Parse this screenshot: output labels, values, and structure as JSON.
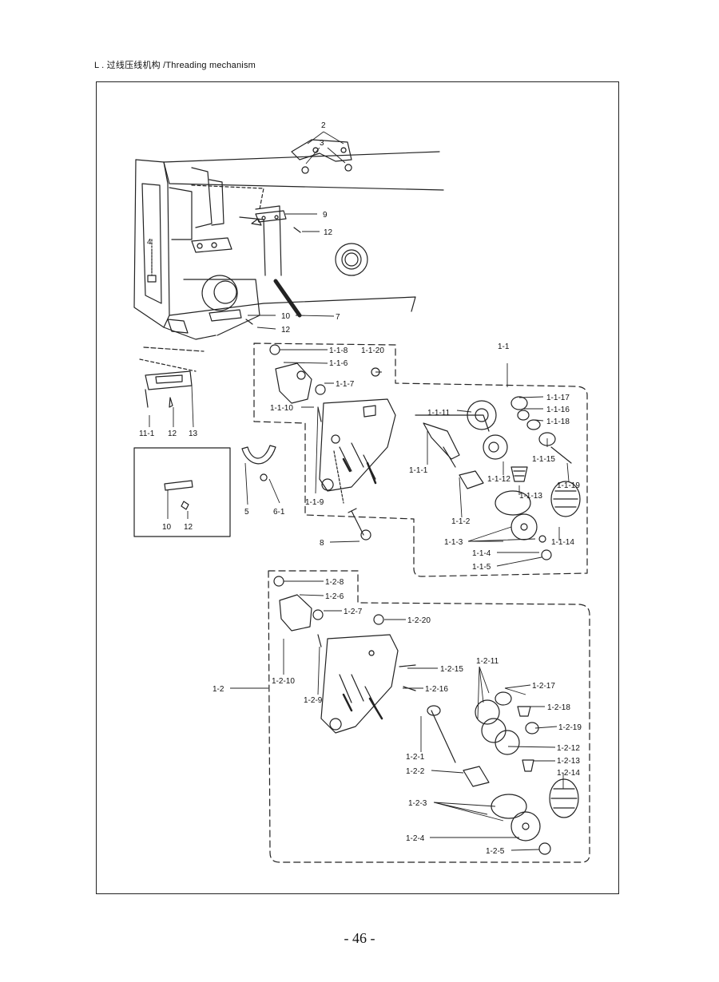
{
  "header": {
    "title": "L . 过线压线机构 /Threading mechanism"
  },
  "page_number": "- 46 -",
  "labels": {
    "l2": "2",
    "l3": "3",
    "l9": "9",
    "l12a": "12",
    "l4": "4",
    "l10a": "10",
    "l7": "7",
    "l12b": "12",
    "l11_1": "11-1",
    "l12c": "12",
    "l13": "13",
    "l10b": "10",
    "l12d": "12",
    "l5": "5",
    "l6_1": "6-1",
    "l8": "8",
    "a1_1": "1-1",
    "a1_1_8": "1-1-8",
    "a1_1_20": "1-1-20",
    "a1_1_6": "1-1-6",
    "a1_1_7": "1-1-7",
    "a1_1_10": "1-1-10",
    "a1_1_11": "1-1-11",
    "a1_1_17": "1-1-17",
    "a1_1_16": "1-1-16",
    "a1_1_18": "1-1-18",
    "a1_1_15": "1-1-15",
    "a1_1_19": "1-1-19",
    "a1_1_1": "1-1-1",
    "a1_1_12": "1-1-12",
    "a1_1_13": "1-1-13",
    "a1_1_9": "1-1-9",
    "a1_1_2": "1-1-2",
    "a1_1_3": "1-1-3",
    "a1_1_14": "1-1-14",
    "a1_1_4": "1-1-4",
    "a1_1_5": "1-1-5",
    "b1_2": "1-2",
    "b1_2_8": "1-2-8",
    "b1_2_6": "1-2-6",
    "b1_2_7": "1-2-7",
    "b1_2_20": "1-2-20",
    "b1_2_11": "1-2-11",
    "b1_2_15": "1-2-15",
    "b1_2_17": "1-2-17",
    "b1_2_10": "1-2-10",
    "b1_2_16": "1-2-16",
    "b1_2_18": "1-2-18",
    "b1_2_9": "1-2-9",
    "b1_2_19": "1-2-19",
    "b1_2_12": "1-2-12",
    "b1_2_13": "1-2-13",
    "b1_2_1": "1-2-1",
    "b1_2_14": "1-2-14",
    "b1_2_2": "1-2-2",
    "b1_2_3": "1-2-3",
    "b1_2_4": "1-2-4",
    "b1_2_5": "1-2-5"
  }
}
